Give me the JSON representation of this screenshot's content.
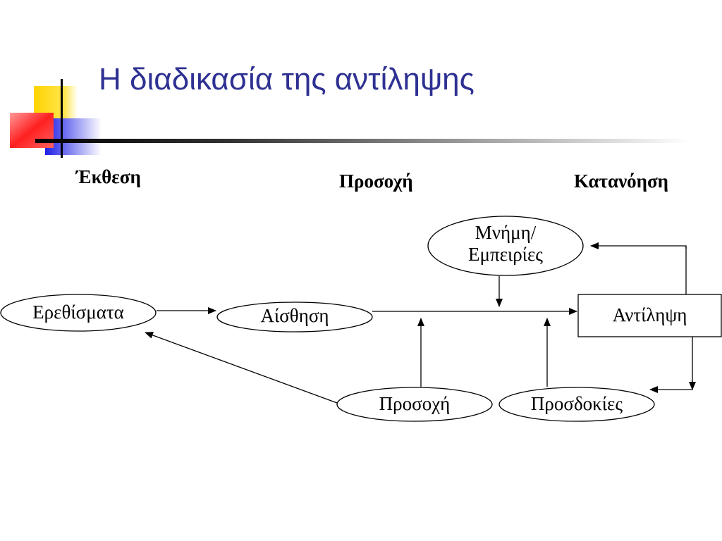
{
  "slide": {
    "title": "Η διαδικασία της αντίληψης",
    "title_color": "#2e3192"
  },
  "stages": {
    "exposure": "Έκθεση",
    "attention": "Προσοχή",
    "comprehension": "Κατανόηση"
  },
  "nodes": {
    "stimuli": "Ερεθίσματα",
    "sensation": "Αίσθηση",
    "memory_line1": "Μνήμη/",
    "memory_line2": "Εμπειρίες",
    "perception": "Αντίληψη",
    "attention": "Προσοχή",
    "expectations": "Προσδοκίες"
  },
  "decoration": {
    "square_yellow": "#ffd400",
    "square_red": "#ff3b3b",
    "square_blue": "#2b2ee0"
  }
}
